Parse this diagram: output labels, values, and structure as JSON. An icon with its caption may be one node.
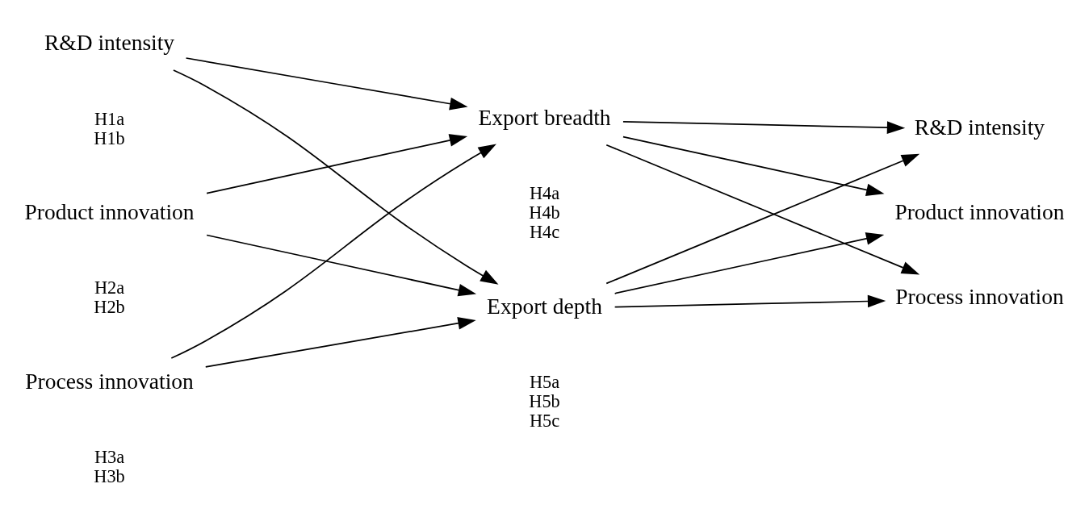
{
  "diagram": {
    "nodes": [
      {
        "text": [
          "R&D intensity"
        ]
      },
      {
        "text": [
          "Export breadth"
        ]
      },
      {
        "text": [
          "R&D intensity"
        ]
      },
      {
        "text": [
          "Product innovation"
        ]
      },
      {
        "text": [
          "Product innovation"
        ]
      },
      {
        "text": [
          "Export depth"
        ]
      },
      {
        "text": [
          "Process innovation"
        ]
      },
      {
        "text": [
          "Process innovation"
        ]
      }
    ],
    "edges": [
      {
        "from": 0,
        "to": 1,
        "arrow": "to"
      },
      {
        "from": 0,
        "to": 5,
        "arrow": "to"
      },
      {
        "from": 3,
        "to": 1,
        "arrow": "to"
      },
      {
        "from": 3,
        "to": 5,
        "arrow": "to"
      },
      {
        "from": 6,
        "to": 1,
        "arrow": "to"
      },
      {
        "from": 6,
        "to": 5,
        "arrow": "to"
      },
      {
        "from": 1,
        "to": 2,
        "arrow": "to"
      },
      {
        "from": 1,
        "to": 4,
        "arrow": "to"
      },
      {
        "from": 1,
        "to": 7,
        "arrow": "to"
      },
      {
        "from": 5,
        "to": 2,
        "arrow": "to"
      },
      {
        "from": 5,
        "to": 4,
        "arrow": "to"
      },
      {
        "from": 5,
        "to": 7,
        "arrow": "to"
      }
    ],
    "labels": [
      "H1a",
      "H1b",
      "H4a",
      "H4b",
      "H4c",
      "H2a",
      "H2b",
      "H5a",
      "H5b",
      "H5c",
      "H3a",
      "H3b"
    ]
  }
}
